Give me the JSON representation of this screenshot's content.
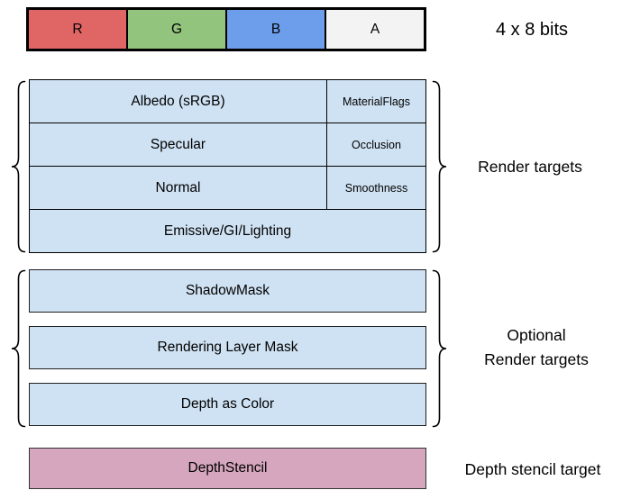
{
  "palette": {
    "row_fill": "#cfe2f3",
    "depth_fill": "#d5a6bd",
    "border": "#000000"
  },
  "format_bar": {
    "caption": "4 x 8 bits",
    "cells": [
      {
        "label": "R",
        "color": "#e06666"
      },
      {
        "label": "G",
        "color": "#93c47d"
      },
      {
        "label": "B",
        "color": "#6d9eeb"
      },
      {
        "label": "A",
        "color": "#f3f3f3"
      }
    ]
  },
  "render_targets": {
    "label": "Render targets",
    "rows": [
      {
        "main": "Albedo (sRGB)",
        "alpha": "MaterialFlags"
      },
      {
        "main": "Specular",
        "alpha": "Occlusion"
      },
      {
        "main": "Normal",
        "alpha": "Smoothness"
      },
      {
        "main": "Emissive/GI/Lighting",
        "alpha": ""
      }
    ]
  },
  "optional_targets": {
    "label_line1": "Optional",
    "label_line2": "Render targets",
    "items": [
      "ShadowMask",
      "Rendering Layer Mask",
      "Depth as Color"
    ]
  },
  "depth_stencil": {
    "box_label": "DepthStencil",
    "label": "Depth stencil target"
  }
}
